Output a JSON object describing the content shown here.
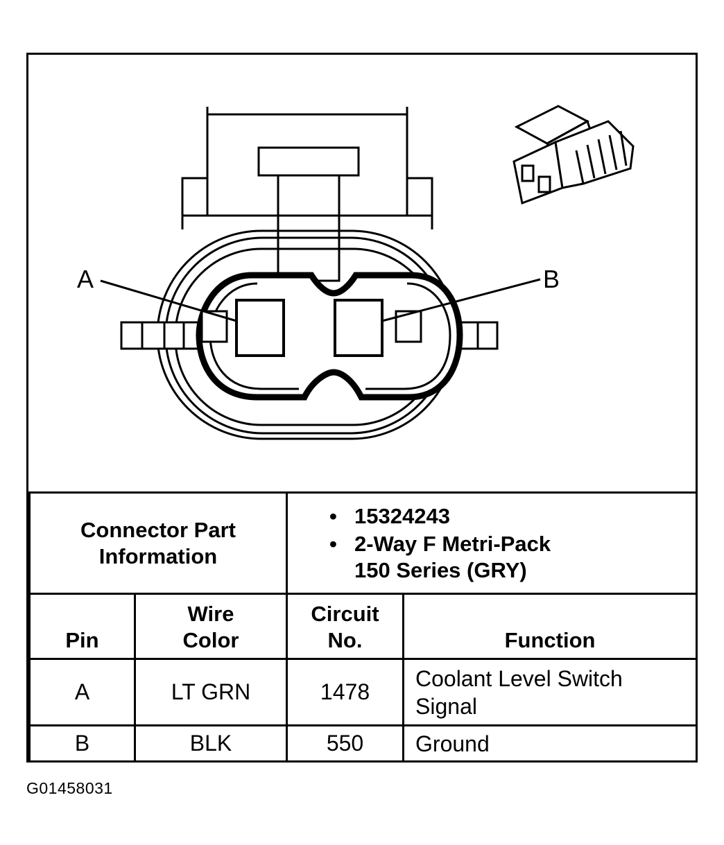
{
  "diagram": {
    "pin_label_a": "A",
    "pin_label_b": "B"
  },
  "connector_info": {
    "label_line1": "Connector Part",
    "label_line2": "Information",
    "items": [
      {
        "text": "15324243"
      },
      {
        "text": "2-Way F Metri-Pack 150 Series (GRY)"
      }
    ]
  },
  "table": {
    "headers": {
      "pin": "Pin",
      "wire_color_line1": "Wire",
      "wire_color_line2": "Color",
      "circuit_line1": "Circuit",
      "circuit_line2": "No.",
      "function": "Function"
    },
    "rows": [
      {
        "pin": "A",
        "wire_color": "LT GRN",
        "circuit": "1478",
        "function": "Coolant Level Switch Signal"
      },
      {
        "pin": "B",
        "wire_color": "BLK",
        "circuit": "550",
        "function": "Ground"
      }
    ]
  },
  "figure_code": "G01458031"
}
